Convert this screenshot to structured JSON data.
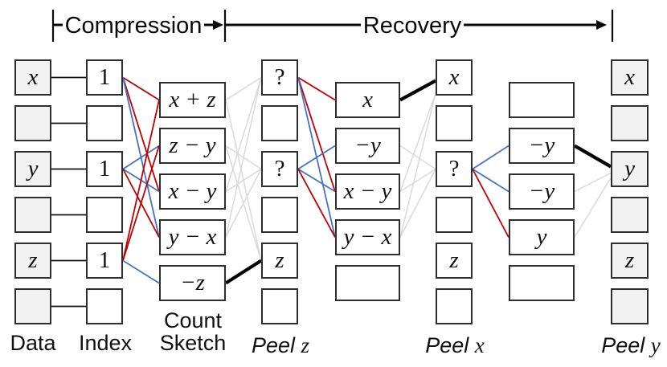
{
  "banner": {
    "compression_label": "Compression",
    "recovery_label": "Recovery"
  },
  "colors": {
    "positive_edge": "#c00000",
    "negative_edge": "#4472c4",
    "faded_edge": "#d9d9d9",
    "peel_edge": "#000000",
    "link_edge": "#111111",
    "box_border": "#2e2e2e",
    "shaded_fill": "#f2f2f2"
  },
  "columns": {
    "data": {
      "label": "Data",
      "shaded": true,
      "cells": [
        "x",
        "",
        "y",
        "",
        "z",
        ""
      ]
    },
    "index": {
      "label": "Index",
      "shaded": false,
      "cells": [
        "1",
        "",
        "1",
        "",
        "1",
        ""
      ]
    },
    "sketch": {
      "label_line1": "Count",
      "label_line2": "Sketch",
      "shaded": false,
      "cells": [
        "x + z",
        "z − y",
        "x − y",
        "y − x",
        "−z"
      ]
    },
    "peel_z": {
      "label_prefix": "Peel",
      "label_var": "z",
      "shaded": false,
      "cells": [
        "?",
        "",
        "?",
        "",
        "z",
        ""
      ]
    },
    "after_peel_z": {
      "shaded": false,
      "cells": [
        "x",
        "−y",
        "x − y",
        "y − x",
        ""
      ]
    },
    "peel_x": {
      "label_prefix": "Peel",
      "label_var": "x",
      "shaded": false,
      "cells": [
        "x",
        "",
        "?",
        "",
        "z",
        ""
      ]
    },
    "after_peel_x": {
      "shaded": false,
      "cells": [
        "",
        "−y",
        "−y",
        "y",
        ""
      ]
    },
    "peel_y": {
      "label_prefix": "Peel",
      "label_var": "y",
      "shaded": true,
      "cells": [
        "x",
        "",
        "y",
        "",
        "z",
        ""
      ]
    }
  },
  "edge_groups": [
    {
      "name": "data-to-index",
      "from_col": "data",
      "to_col": "index",
      "edges": [
        {
          "f": 0,
          "t": 0,
          "sign": "link"
        },
        {
          "f": 1,
          "t": 1,
          "sign": "link"
        },
        {
          "f": 2,
          "t": 2,
          "sign": "link"
        },
        {
          "f": 3,
          "t": 3,
          "sign": "link"
        },
        {
          "f": 4,
          "t": 4,
          "sign": "link"
        },
        {
          "f": 5,
          "t": 5,
          "sign": "link"
        }
      ]
    },
    {
      "name": "index-to-sketch",
      "from_col": "index",
      "to_col": "sketch",
      "edges": [
        {
          "f": 0,
          "t": 0,
          "sign": "positive"
        },
        {
          "f": 0,
          "t": 2,
          "sign": "positive"
        },
        {
          "f": 0,
          "t": 3,
          "sign": "negative"
        },
        {
          "f": 2,
          "t": 1,
          "sign": "negative"
        },
        {
          "f": 2,
          "t": 2,
          "sign": "negative"
        },
        {
          "f": 2,
          "t": 3,
          "sign": "positive"
        },
        {
          "f": 4,
          "t": 0,
          "sign": "positive"
        },
        {
          "f": 4,
          "t": 1,
          "sign": "positive"
        },
        {
          "f": 4,
          "t": 4,
          "sign": "negative"
        }
      ]
    },
    {
      "name": "sketch-to-peel-z",
      "from_col": "sketch",
      "to_col": "peel_z",
      "edges": [
        {
          "f": 0,
          "t": 0,
          "sign": "faded"
        },
        {
          "f": 0,
          "t": 4,
          "sign": "faded"
        },
        {
          "f": 1,
          "t": 2,
          "sign": "faded"
        },
        {
          "f": 1,
          "t": 4,
          "sign": "faded"
        },
        {
          "f": 2,
          "t": 0,
          "sign": "faded"
        },
        {
          "f": 2,
          "t": 2,
          "sign": "faded"
        },
        {
          "f": 3,
          "t": 0,
          "sign": "faded"
        },
        {
          "f": 3,
          "t": 2,
          "sign": "faded"
        },
        {
          "f": 4,
          "t": 4,
          "sign": "peel"
        }
      ]
    },
    {
      "name": "peel-z-to-after",
      "from_col": "peel_z",
      "to_col": "after_peel_z",
      "edges": [
        {
          "f": 0,
          "t": 0,
          "sign": "positive"
        },
        {
          "f": 0,
          "t": 2,
          "sign": "positive"
        },
        {
          "f": 0,
          "t": 3,
          "sign": "negative"
        },
        {
          "f": 2,
          "t": 1,
          "sign": "negative"
        },
        {
          "f": 2,
          "t": 2,
          "sign": "negative"
        },
        {
          "f": 2,
          "t": 3,
          "sign": "positive"
        }
      ]
    },
    {
      "name": "after-z-to-peel-x",
      "from_col": "after_peel_z",
      "to_col": "peel_x",
      "edges": [
        {
          "f": 0,
          "t": 0,
          "sign": "peel",
          "tdy": 4
        },
        {
          "f": 1,
          "t": 2,
          "sign": "faded"
        },
        {
          "f": 2,
          "t": 0,
          "sign": "faded",
          "tdy": 20
        },
        {
          "f": 2,
          "t": 2,
          "sign": "faded"
        },
        {
          "f": 3,
          "t": 0,
          "sign": "faded",
          "tdy": 20
        },
        {
          "f": 3,
          "t": 2,
          "sign": "faded"
        }
      ]
    },
    {
      "name": "peel-x-to-after",
      "from_col": "peel_x",
      "to_col": "after_peel_x",
      "edges": [
        {
          "f": 2,
          "t": 1,
          "sign": "negative"
        },
        {
          "f": 2,
          "t": 2,
          "sign": "negative"
        },
        {
          "f": 2,
          "t": 3,
          "sign": "positive"
        }
      ]
    },
    {
      "name": "after-x-to-peel-y",
      "from_col": "after_peel_x",
      "to_col": "peel_y",
      "edges": [
        {
          "f": 1,
          "t": 2,
          "sign": "peel",
          "tdy": -3
        },
        {
          "f": 2,
          "t": 2,
          "sign": "faded",
          "tdy": 5
        },
        {
          "f": 3,
          "t": 2,
          "sign": "faded",
          "tdy": 11
        }
      ]
    }
  ]
}
